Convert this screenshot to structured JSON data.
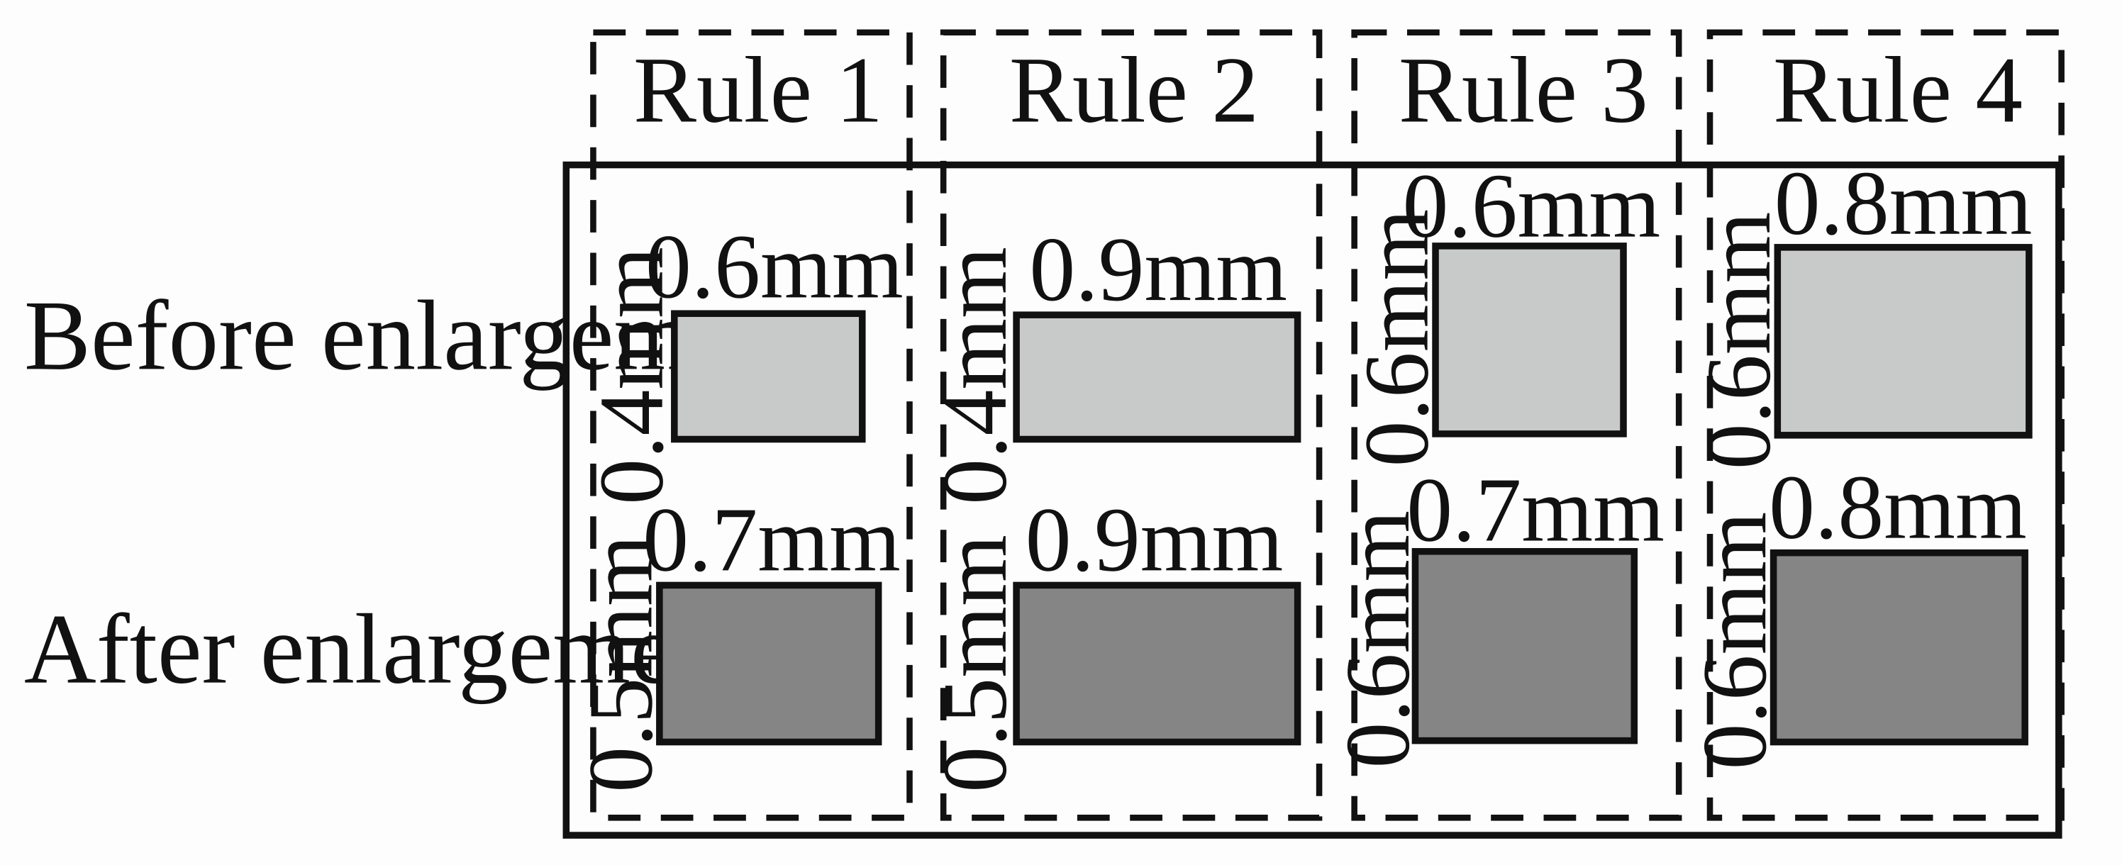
{
  "rows": {
    "before": "Before enlargement",
    "after": "After enlargement"
  },
  "rules": [
    {
      "label": "Rule 1",
      "before": {
        "width": "0.6mm",
        "height": "0.4mm"
      },
      "after": {
        "width": "0.7mm",
        "height": "0.5mm"
      }
    },
    {
      "label": "Rule 2",
      "before": {
        "width": "0.9mm",
        "height": "0.4mm"
      },
      "after": {
        "width": "0.9mm",
        "height": "0.5mm"
      }
    },
    {
      "label": "Rule 3",
      "before": {
        "width": "0.6mm",
        "height": "0.6mm"
      },
      "after": {
        "width": "0.7mm",
        "height": "0.6mm"
      }
    },
    {
      "label": "Rule 4",
      "before": {
        "width": "0.8mm",
        "height": "0.6mm"
      },
      "after": {
        "width": "0.8mm",
        "height": "0.6mm"
      }
    }
  ],
  "colors": {
    "before_fill": "#c8c9c9",
    "after_fill": "#858585",
    "stroke": "#111111"
  }
}
